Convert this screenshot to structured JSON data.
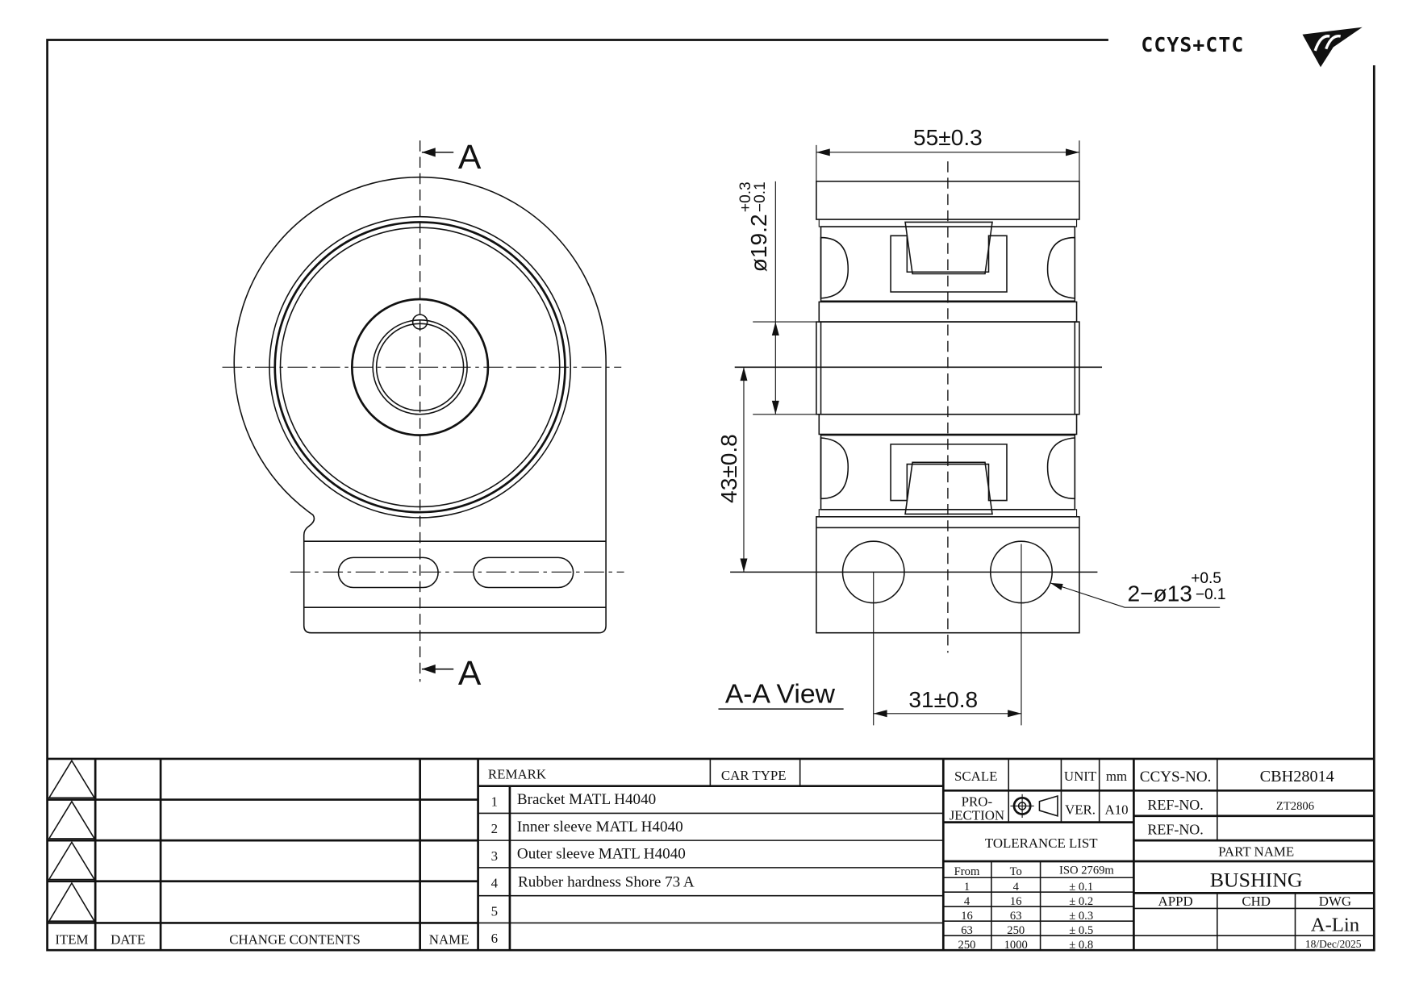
{
  "logo": {
    "text": "CCYS+CTC"
  },
  "views": {
    "section_marker_top": "A",
    "section_marker_bottom": "A",
    "section_view_title": "A-A View"
  },
  "dimensions": {
    "length": "55±0.3",
    "bore_diameter": "ø19.2",
    "bore_tol_upper": "+0.3",
    "bore_tol_lower": "−0.1",
    "center_height": "43±0.8",
    "hole_spacing": "31±0.8",
    "holes": "2−ø13",
    "holes_tol_upper": "+0.5",
    "holes_tol_lower": "−0.1"
  },
  "revision_table": {
    "headers": {
      "item": "ITEM",
      "date": "DATE",
      "change": "CHANGE CONTENTS",
      "name": "NAME"
    }
  },
  "remarks": {
    "header": "REMARK",
    "car_type_label": "CAR TYPE",
    "car_type_value": "",
    "rows": [
      {
        "no": "1",
        "text": "Bracket MATL H4040"
      },
      {
        "no": "2",
        "text": "Inner sleeve MATL H4040"
      },
      {
        "no": "3",
        "text": "Outer sleeve MATL H4040"
      },
      {
        "no": "4",
        "text": "Rubber hardness Shore 73 A"
      },
      {
        "no": "5",
        "text": ""
      },
      {
        "no": "6",
        "text": ""
      }
    ]
  },
  "drawing_info": {
    "scale_label": "SCALE",
    "scale_value": "",
    "unit_label": "UNIT",
    "unit_value": "mm",
    "projection_label_1": "PRO-",
    "projection_label_2": "JECTION",
    "version_label": "VER.",
    "version_value": "A10"
  },
  "tolerance": {
    "title": "TOLERANCE LIST",
    "headers": {
      "from": "From",
      "to": "To",
      "std": "ISO 2769m"
    },
    "rows": [
      {
        "from": "1",
        "to": "4",
        "tol": "± 0.1"
      },
      {
        "from": "4",
        "to": "16",
        "tol": "± 0.2"
      },
      {
        "from": "16",
        "to": "63",
        "tol": "± 0.3"
      },
      {
        "from": "63",
        "to": "250",
        "tol": "± 0.5"
      },
      {
        "from": "250",
        "to": "1000",
        "tol": "± 0.8"
      }
    ]
  },
  "title_block": {
    "ccys_no_label": "CCYS-NO.",
    "ccys_no": "CBH28014",
    "ref_no_label_1": "REF-NO.",
    "ref_no_1": "ZT2806",
    "ref_no_label_2": "REF-NO.",
    "ref_no_2": "",
    "part_name_label": "PART NAME",
    "part_name": "BUSHING",
    "appd_label": "APPD",
    "chd_label": "CHD",
    "dwg_label": "DWG",
    "drawn_by": "A-Lin",
    "date": "18/Dec/2025"
  }
}
